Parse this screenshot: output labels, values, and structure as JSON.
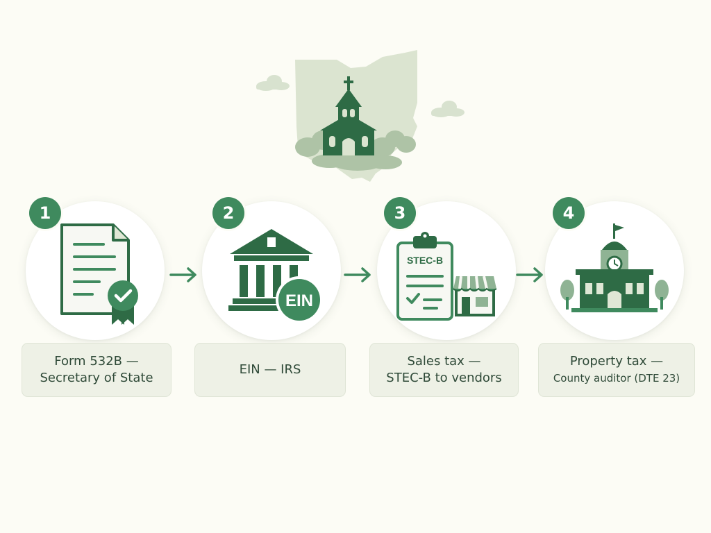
{
  "steps": [
    {
      "number": "1",
      "line1": "Form 532B —",
      "line2": "Secretary of State",
      "icon": "certificate-document-icon"
    },
    {
      "number": "2",
      "line1": "EIN — IRS",
      "line2": "",
      "icon": "irs-building-icon",
      "icon_text": "EIN"
    },
    {
      "number": "3",
      "line1": "Sales tax —",
      "line2": "STEC-B to vendors",
      "icon": "clipboard-storefront-icon",
      "icon_text": "STEC-B"
    },
    {
      "number": "4",
      "line1": "Property tax —",
      "line2": "County auditor (DTE 23)",
      "icon": "county-courthouse-icon"
    }
  ],
  "hero_icon": "ohio-map-church-icon",
  "colors": {
    "primary": "#2e6b45",
    "accent": "#3f8a5e",
    "light": "#8fb394",
    "pale": "#dfe7d5",
    "label_bg": "#eef1e6",
    "text": "#2f4a38",
    "background": "#fcfcf5"
  }
}
